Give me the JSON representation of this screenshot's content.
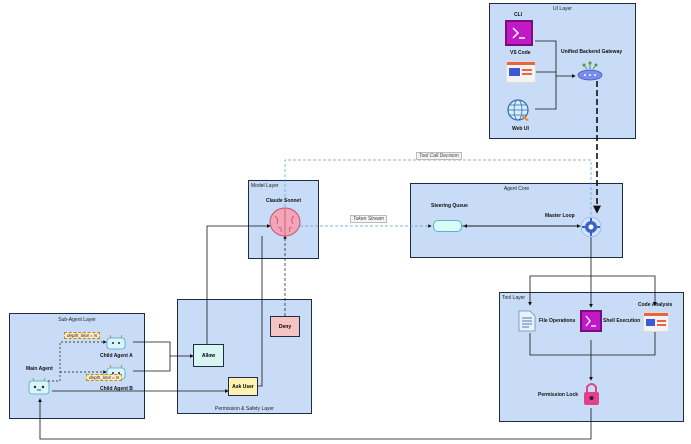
{
  "layers": {
    "ui": "UI Layer",
    "model": "Model Layer",
    "agent_core": "Agent Core",
    "tool": "Tool Layer",
    "sub_agent": "Sub-Agent Layer",
    "permission": "Permission & Safety Layer"
  },
  "ui_layer": {
    "cli": "CLI",
    "vscode": "VS Code",
    "webui": "Web UI",
    "gateway": "Unified Backend Gateway"
  },
  "model_layer": {
    "model": "Claude Sonnet"
  },
  "agent_core": {
    "steering": "Steering Queue",
    "master": "Master Loop"
  },
  "tool_layer": {
    "file_ops": "File Operations",
    "shell": "Shell Execution",
    "code": "Code Analysis",
    "lock": "Permission Lock"
  },
  "sub_agents": {
    "main": "Main Agent",
    "child_a": "Child Agent A",
    "child_b": "Child Agent B",
    "depth_a": "depth_limit = N",
    "depth_b": "depth_limit = N"
  },
  "permission": {
    "allow": "Allow",
    "ask": "Ask User",
    "deny": "Deny"
  },
  "edges": {
    "tool_call": "Tool Call Decision",
    "token_stream": "Token Stream"
  },
  "colors": {
    "layer_bg": "#c9dcf7",
    "terminal_purple": "#c01ac6",
    "allow_bg": "#d7f5f1",
    "ask_bg": "#fff2b3",
    "deny_bg": "#f6c3c3",
    "brain": "#f3a6b8",
    "lock": "#e2428a"
  }
}
